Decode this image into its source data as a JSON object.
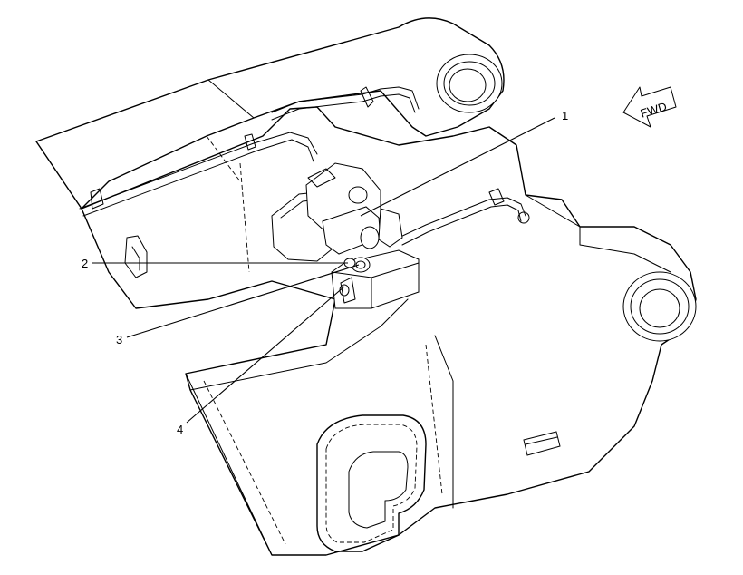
{
  "callouts": [
    {
      "id": "1",
      "label": "1"
    },
    {
      "id": "2",
      "label": "2"
    },
    {
      "id": "3",
      "label": "3"
    },
    {
      "id": "4",
      "label": "4"
    }
  ],
  "direction_arrow": {
    "label": "FWD",
    "icon": "fwd-arrow-icon"
  },
  "colors": {
    "line": "#000000",
    "background": "#ffffff"
  }
}
